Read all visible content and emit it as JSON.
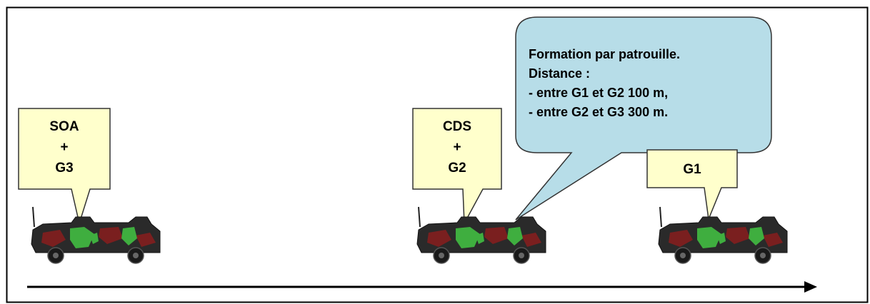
{
  "diagram": {
    "units": [
      {
        "id": "left",
        "label_lines": [
          "SOA",
          "+",
          "G3"
        ]
      },
      {
        "id": "middle",
        "label_lines": [
          "CDS",
          "+",
          "G2"
        ]
      },
      {
        "id": "right",
        "label_lines": [
          "G1"
        ]
      }
    ],
    "info_bubble": {
      "lines": [
        "Formation par patrouille.",
        "Distance :",
        "- entre G1 et G2 100 m,",
        "- entre G2 et G3 300 m."
      ]
    },
    "direction": "left-to-right",
    "colors": {
      "label_box_fill": "#FFFFCC",
      "bubble_fill": "#B7DDE8",
      "outline": "#333333",
      "vehicle_body": "#2A2A2A",
      "camo_red": "#7A1F1F",
      "camo_green": "#3FAE3F",
      "arrow": "#000000"
    }
  }
}
